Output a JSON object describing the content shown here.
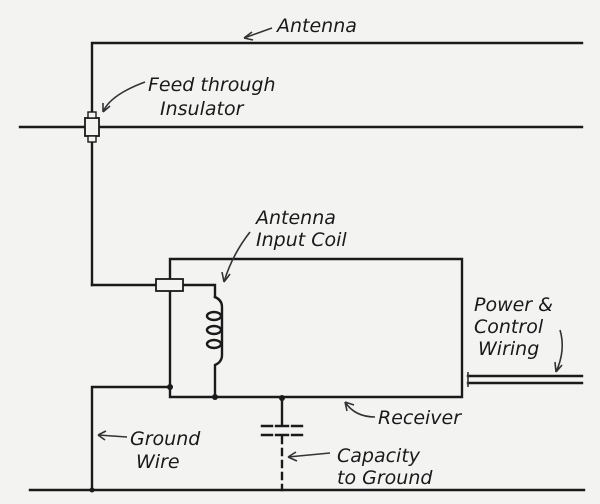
{
  "diagram": {
    "title": "Antenna receiver grounding schematic",
    "labels": {
      "antenna": "Antenna",
      "feed_line1": "Feed through",
      "feed_line2": "Insulator",
      "coil_line1": "Antenna",
      "coil_line2": "Input Coil",
      "power_line1": "Power &",
      "power_line2": "Control",
      "power_line3": "Wiring",
      "receiver": "Receiver",
      "ground_line1": "Ground",
      "ground_line2": "Wire",
      "capacity_line1": "Capacity",
      "capacity_line2": "to Ground"
    }
  }
}
